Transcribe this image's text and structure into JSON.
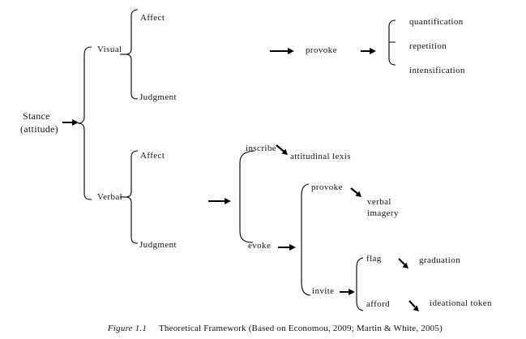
{
  "figure": {
    "root": {
      "title_line1": "Stance",
      "title_line2": "(attitude)"
    },
    "visual_branch": {
      "label": "Visual",
      "affect": "Affect",
      "judgment": "Judgment",
      "provoke": "provoke",
      "quantification": "quantification",
      "repetition": "repetition",
      "intensification": "intensification"
    },
    "verbal_branch": {
      "label": "Verbal",
      "affect": "Affect",
      "judgment": "Judgment",
      "inscribe": "inscribe",
      "attitudinal_lexis": "attitudinal lexis",
      "evoke": "evoke",
      "provoke": "provoke",
      "verbal_imagery_line1": "verbal",
      "verbal_imagery_line2": "imagery",
      "invite": "invite",
      "flag": "flag",
      "graduation": "graduation",
      "afford": "afford",
      "ideational_token": "ideational token"
    },
    "caption": {
      "figure_label": "Figure 1.1",
      "text": "Theoretical Framework (Based on Economou, 2009; Martin & White, 2005)"
    },
    "colors": {
      "ink": "#000000",
      "background": "#ffffff"
    }
  }
}
